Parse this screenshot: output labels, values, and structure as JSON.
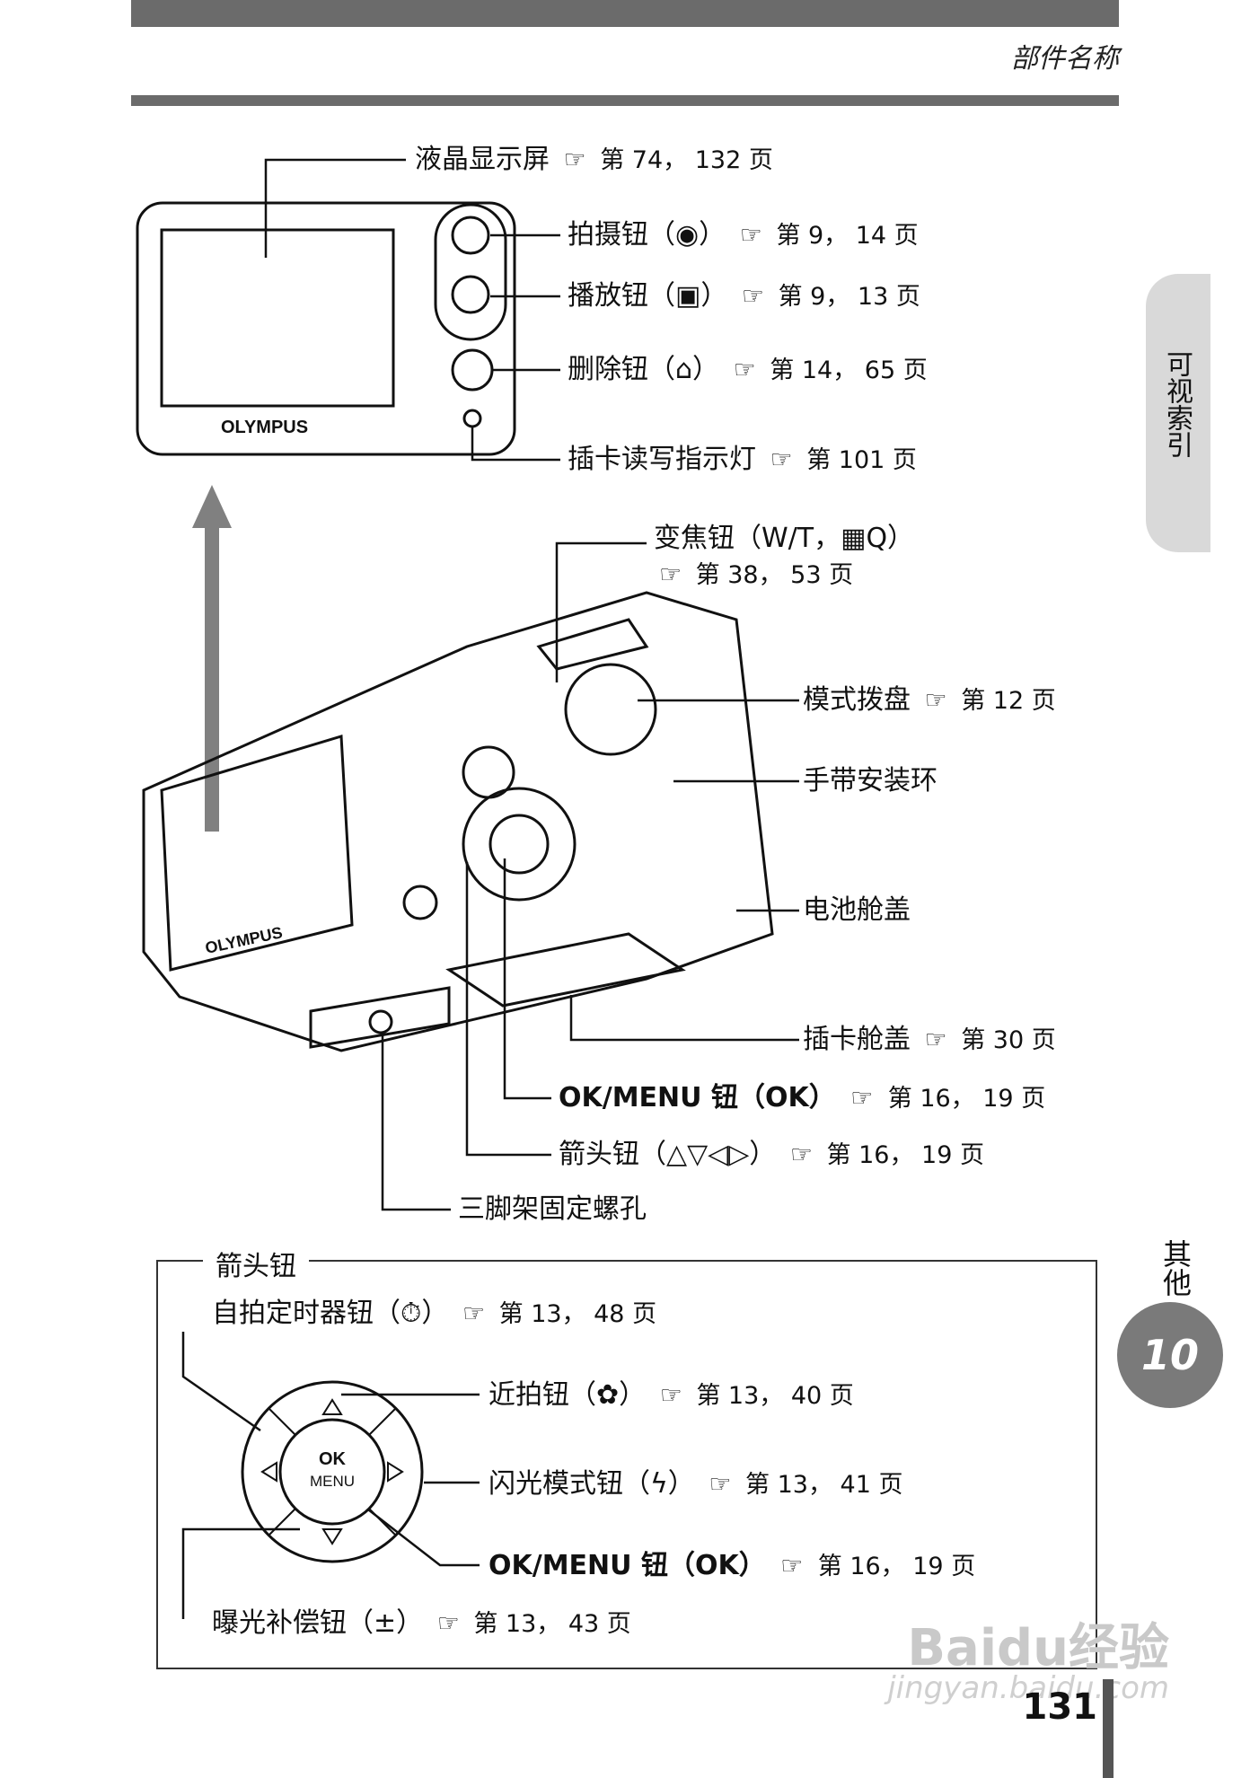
{
  "header": {
    "title": "部件名称"
  },
  "side_tab": {
    "label": "可视索引"
  },
  "chapter": {
    "label": "其他",
    "number": "10"
  },
  "page_number": "131",
  "hand_icon": "☞",
  "callouts": [
    {
      "id": "lcd",
      "text": "液晶显示屏",
      "ref": "第 74， 132 页"
    },
    {
      "id": "shoot",
      "text": "拍摄钮（◉）",
      "ref": "第 9， 14 页"
    },
    {
      "id": "play",
      "text": "播放钮（▣）",
      "ref": "第 9， 13 页"
    },
    {
      "id": "delete",
      "text": "删除钮（⌂）",
      "ref": "第 14， 65 页"
    },
    {
      "id": "card-lamp",
      "text": "插卡读写指示灯",
      "ref": "第 101 页"
    },
    {
      "id": "zoom",
      "text": "变焦钮（W/T，▦Q）",
      "ref": "第 38， 53 页"
    },
    {
      "id": "mode-dial",
      "text": "模式拨盘",
      "ref": "第 12 页"
    },
    {
      "id": "strap",
      "text": "手带安装环",
      "ref": ""
    },
    {
      "id": "battery",
      "text": "电池舱盖",
      "ref": ""
    },
    {
      "id": "card-cover",
      "text": "插卡舱盖",
      "ref": "第 30 页"
    },
    {
      "id": "okmenu",
      "text": "OK/MENU 钮（OK）",
      "ref": "第 16， 19 页"
    },
    {
      "id": "arrow",
      "text": "箭头钮（△▽◁▷）",
      "ref": "第 16， 19 页"
    },
    {
      "id": "tripod",
      "text": "三脚架固定螺孔",
      "ref": ""
    }
  ],
  "arrow_box": {
    "title": "箭头钮",
    "items": [
      {
        "id": "selftimer",
        "text": "自拍定时器钮（⏱）",
        "ref": "第 13， 48 页"
      },
      {
        "id": "macro",
        "text": "近拍钮（✿）",
        "ref": "第 13， 40 页"
      },
      {
        "id": "flash",
        "text": "闪光模式钮（ϟ）",
        "ref": "第 13， 41 页"
      },
      {
        "id": "okmenu2",
        "text": "OK/MENU 钮（OK）",
        "ref": "第 16， 19 页"
      },
      {
        "id": "exposure",
        "text": "曝光补偿钮（±）",
        "ref": "第 13， 43 页"
      }
    ],
    "pad": {
      "center_top": "OK",
      "center_bottom": "MENU"
    }
  },
  "camera": {
    "brand": "OLYMPUS"
  },
  "watermark": {
    "main": "Baidu经验",
    "sub": "jingyan.baidu.com"
  }
}
